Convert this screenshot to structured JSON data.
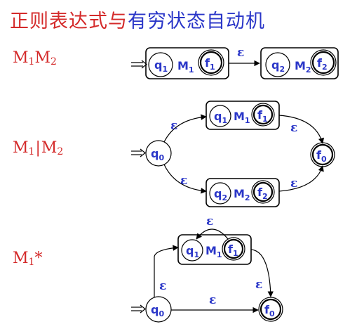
{
  "title": {
    "part1": "正则表达式与",
    "part2": "有穷状态自动机"
  },
  "colors": {
    "title_red": "#d42a2a",
    "title_blue": "#2a36c8",
    "diagram_blue": "#2a36c8"
  },
  "labels": {
    "concat": {
      "main": "M",
      "sub1": "1",
      "mid": "M",
      "sub2": "2"
    },
    "union": {
      "main": "M",
      "sub1": "1",
      "bar": "|",
      "mid": "M",
      "sub2": "2"
    },
    "star": {
      "main": "M",
      "sub1": "1",
      "star": "*"
    }
  },
  "diagram": {
    "epsilon": "ε",
    "q": "q",
    "f": "f",
    "M": "M",
    "sub0": "0",
    "sub1": "1",
    "sub2": "2"
  }
}
